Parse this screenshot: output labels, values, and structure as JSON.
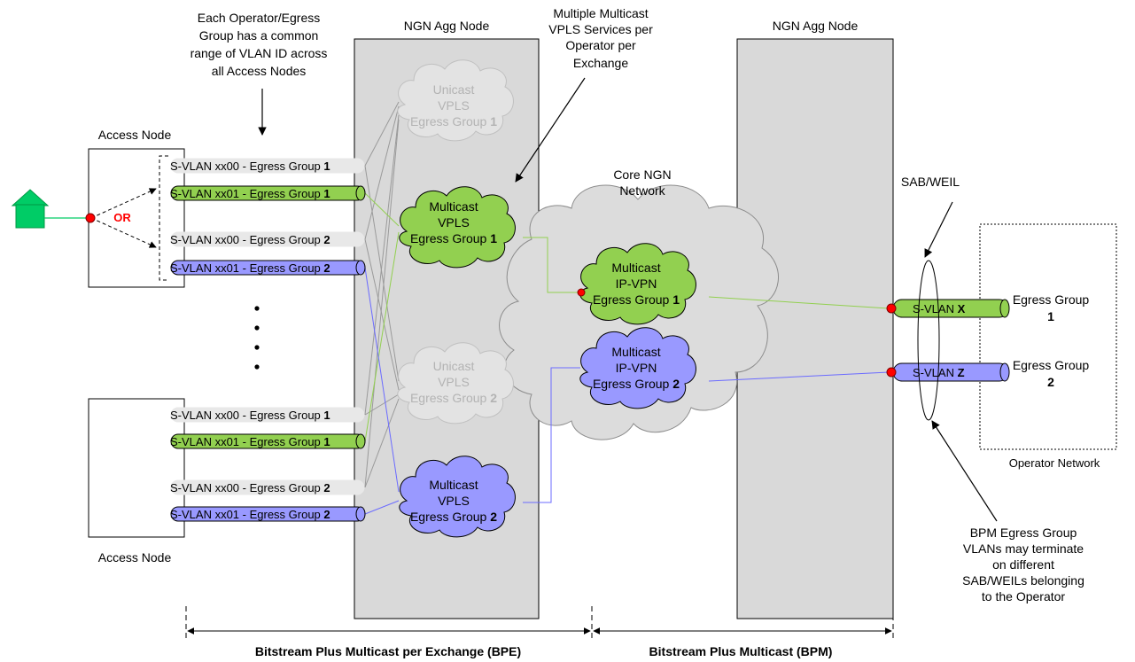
{
  "annotations": {
    "common_range": [
      "Each Operator/Egress",
      "Group has a common",
      "range of VLAN ID across",
      "all Access Nodes"
    ],
    "multiple_vpls": [
      "Multiple Multicast",
      "VPLS Services per",
      "Operator per",
      "Exchange"
    ],
    "sab_weil": "SAB/WEIL",
    "bpm_note": [
      "BPM Egress Group",
      "VLANs may terminate",
      "on different",
      "SAB/WEILs belonging",
      "to the Operator"
    ]
  },
  "nodes": {
    "access_top": "Access Node",
    "access_bottom": "Access Node",
    "agg_left": "NGN Agg Node",
    "agg_right": "NGN Agg Node",
    "core": [
      "Core NGN",
      "Network"
    ],
    "operator": "Operator Network"
  },
  "or_label": "OR",
  "vlans": {
    "top": [
      {
        "text": "S-VLAN  xx00 - Egress Group ",
        "group": "1"
      },
      {
        "text": "S-VLAN  xx01 - Egress Group ",
        "group": "1"
      },
      {
        "text": "S-VLAN  xx00 - Egress Group ",
        "group": "2"
      },
      {
        "text": "S-VLAN  xx01 - Egress Group ",
        "group": "2"
      }
    ],
    "bottom": [
      {
        "text": "S-VLAN  xx00 - Egress Group ",
        "group": "1"
      },
      {
        "text": "S-VLAN  xx01 - Egress Group ",
        "group": "1"
      },
      {
        "text": "S-VLAN  xx00 - Egress Group ",
        "group": "2"
      },
      {
        "text": "S-VLAN  xx01 - Egress Group ",
        "group": "2"
      }
    ],
    "x": {
      "text": "S-VLAN ",
      "id": "X"
    },
    "z": {
      "text": "S-VLAN ",
      "id": "Z"
    }
  },
  "clouds": {
    "unicast1": [
      "Unicast",
      "VPLS",
      "Egress Group ",
      "1"
    ],
    "mvpls1": [
      "Multicast",
      "VPLS",
      "Egress Group ",
      "1"
    ],
    "unicast2": [
      "Unicast",
      "VPLS",
      "Egress Group ",
      "2"
    ],
    "mvpls2": [
      "Multicast",
      "VPLS",
      "Egress Group ",
      "2"
    ],
    "mipvpn1": [
      "Multicast",
      "IP-VPN",
      "Egress Group ",
      "1"
    ],
    "mipvpn2": [
      "Multicast",
      "IP-VPN",
      "Egress Group ",
      "2"
    ]
  },
  "egress": {
    "g1": [
      "Egress Group",
      "1"
    ],
    "g2": [
      "Egress Group",
      "2"
    ]
  },
  "footer": {
    "bpe": "Bitstream Plus Multicast per Exchange (BPE)",
    "bpm": "Bitstream Plus Multicast (BPM)"
  },
  "colors": {
    "green": "#92d050",
    "purple": "#9999ff",
    "house": "#00cc66",
    "dot": "#ff0000",
    "grey_box": "#d9d9d9",
    "or": "#ff0000"
  }
}
